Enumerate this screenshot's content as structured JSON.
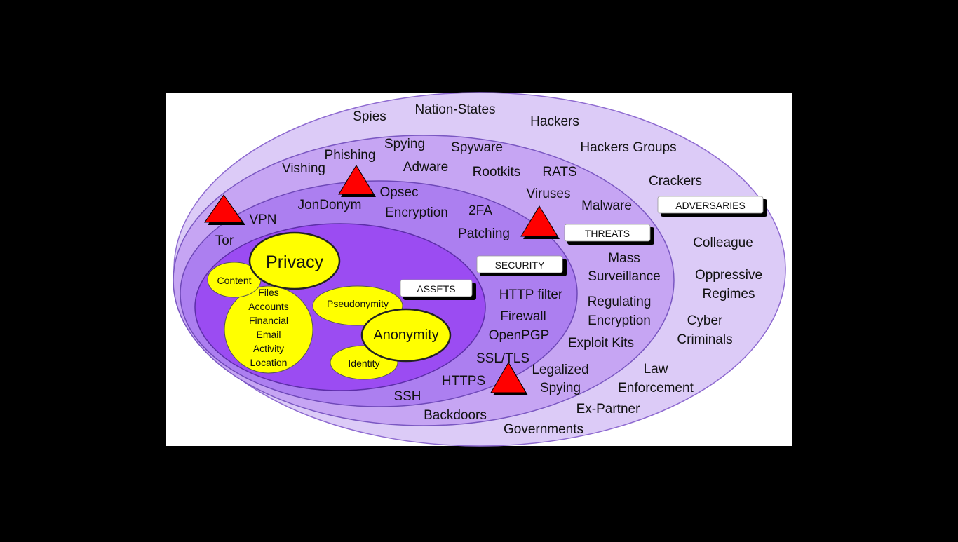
{
  "diagram": {
    "colors": {
      "background": "#000000",
      "canvas": "#ffffff",
      "adversaries_ring": "#dccbf7",
      "threats_ring": "#c6a5f3",
      "security_ring": "#ac7ff0",
      "assets_ring": "#9b4cf2",
      "outline": "#7a57c2",
      "bubble": "#ffff00",
      "triangle": "#ff0000"
    },
    "ring_labels": {
      "adversaries": "ADVERSARIES",
      "threats": "THREATS",
      "security": "SECURITY",
      "assets": "ASSETS"
    },
    "adversaries": {
      "spies": "Spies",
      "nation_states": "Nation-States",
      "hackers": "Hackers",
      "hackers_groups": "Hackers Groups",
      "crackers": "Crackers",
      "colleague": "Colleague",
      "oppressive_1": "Oppressive",
      "oppressive_2": "Regimes",
      "cyber_1": "Cyber",
      "cyber_2": "Criminals",
      "law_1": "Law",
      "law_2": "Enforcement",
      "ex_partner": "Ex-Partner",
      "governments": "Governments"
    },
    "threats": {
      "phishing": "Phishing",
      "spying": "Spying",
      "spyware": "Spyware",
      "vishing": "Vishing",
      "adware": "Adware",
      "rootkits": "Rootkits",
      "rats": "RATS",
      "viruses": "Viruses",
      "malware": "Malware",
      "mass_1": "Mass",
      "mass_2": "Surveillance",
      "regulating_1": "Regulating",
      "regulating_2": "Encryption",
      "exploit_kits": "Exploit Kits",
      "legalized_1": "Legalized",
      "legalized_2": "Spying",
      "backdoors": "Backdoors"
    },
    "security": {
      "opsec": "Opsec",
      "jondonym": "JonDonym",
      "encryption": "Encryption",
      "twofa": "2FA",
      "vpn": "VPN",
      "tor": "Tor",
      "patching": "Patching",
      "http_filter": "HTTP filter",
      "firewall": "Firewall",
      "openpgp": "OpenPGP",
      "ssl_tls": "SSL/TLS",
      "https": "HTTPS",
      "ssh": "SSH"
    },
    "assets": {
      "privacy": "Privacy",
      "content": "Content",
      "files": "Files",
      "accounts": "Accounts",
      "financial": "Financial",
      "email": "Email",
      "activity": "Activity",
      "location": "Location",
      "pseudonymity": "Pseudonymity",
      "anonymity": "Anonymity",
      "identity": "Identity"
    }
  }
}
